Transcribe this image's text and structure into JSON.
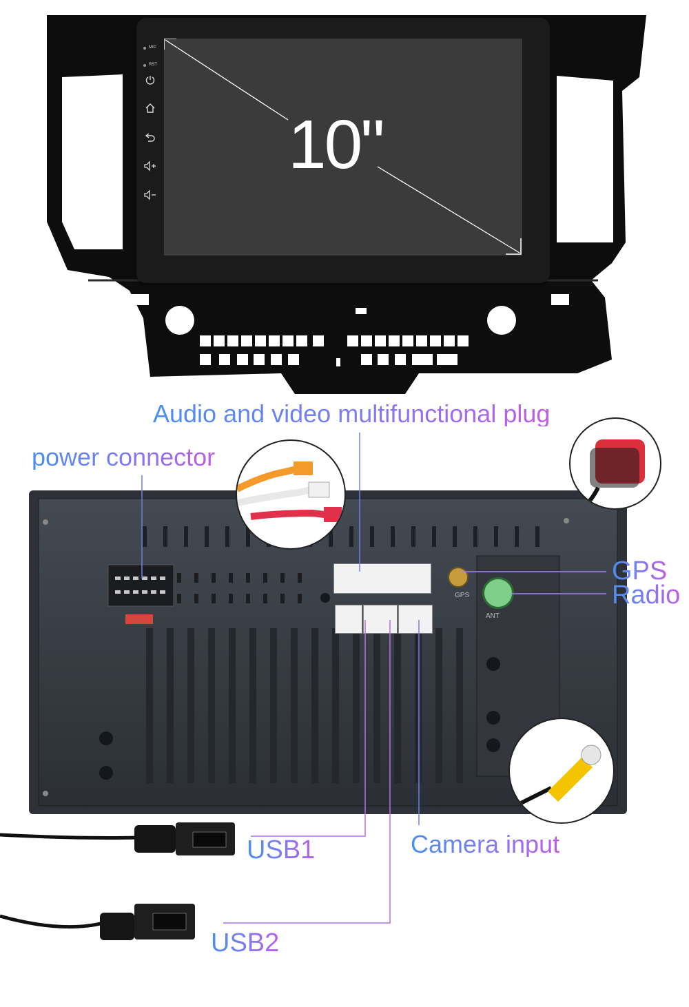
{
  "display_size_label": "10\"",
  "side_buttons": {
    "mic": "MIC",
    "rst": "RST"
  },
  "labels": {
    "audio_video": "Audio and video multifunctional plug",
    "power": "power connector",
    "gps": "GPS",
    "radio": "Radio",
    "usb1": "USB1",
    "usb2": "USB2",
    "camera": "Camera input"
  },
  "port_marks": {
    "gps": "GPS",
    "ant": "ANT"
  },
  "colors": {
    "label_start": "#4a8ff0",
    "label_end": "#c05ce8",
    "bezel": "#0d0d0d",
    "screen": "#3b3b3b",
    "rear_panel": "#3a3e44"
  }
}
